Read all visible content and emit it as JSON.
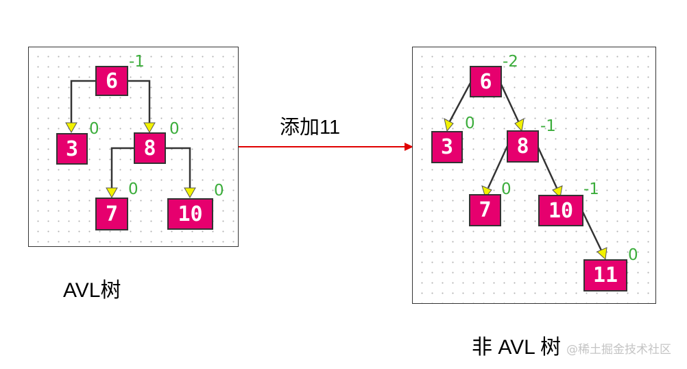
{
  "left_tree": {
    "caption": "AVL树",
    "nodes": [
      {
        "id": "6",
        "label": "6",
        "balance": "-1"
      },
      {
        "id": "3",
        "label": "3",
        "balance": "0"
      },
      {
        "id": "8",
        "label": "8",
        "balance": "0"
      },
      {
        "id": "7",
        "label": "7",
        "balance": "0"
      },
      {
        "id": "10",
        "label": "10",
        "balance": "0"
      }
    ],
    "edges": [
      [
        "6",
        "3"
      ],
      [
        "6",
        "8"
      ],
      [
        "8",
        "7"
      ],
      [
        "8",
        "10"
      ]
    ]
  },
  "operation": {
    "label": "添加11",
    "arrow_color": "#e00000"
  },
  "right_tree": {
    "caption": "非 AVL 树",
    "nodes": [
      {
        "id": "6",
        "label": "6",
        "balance": "-2"
      },
      {
        "id": "3",
        "label": "3",
        "balance": "0"
      },
      {
        "id": "8",
        "label": "8",
        "balance": "-1"
      },
      {
        "id": "7",
        "label": "7",
        "balance": "0"
      },
      {
        "id": "10",
        "label": "10",
        "balance": "-1"
      },
      {
        "id": "11",
        "label": "11",
        "balance": "0"
      }
    ],
    "edges": [
      [
        "6",
        "3"
      ],
      [
        "6",
        "8"
      ],
      [
        "8",
        "7"
      ],
      [
        "8",
        "10"
      ],
      [
        "10",
        "11"
      ]
    ]
  },
  "watermark": "@稀土掘金技术社区",
  "colors": {
    "node_fill": "#e6006e",
    "node_border": "#333333",
    "balance_text": "#3cad3c",
    "edge_line": "#333333",
    "arrowhead_fill": "#f2f200"
  }
}
